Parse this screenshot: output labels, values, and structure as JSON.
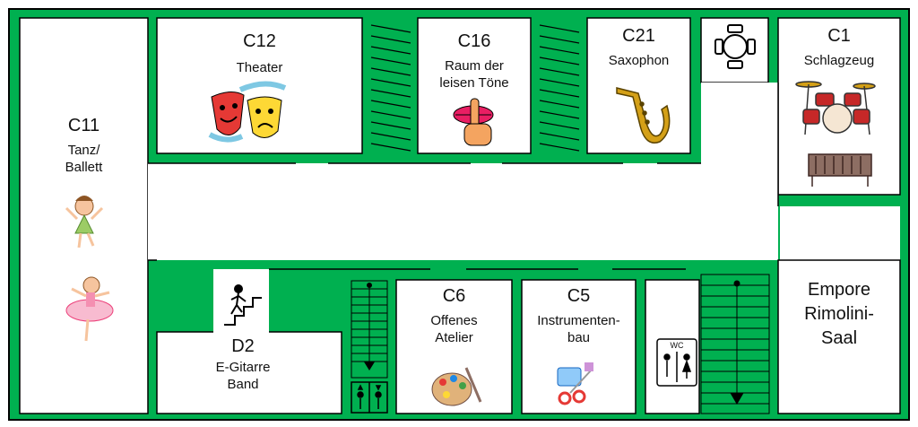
{
  "colors": {
    "wall": "#000000",
    "fill": "#00b050",
    "room": "#ffffff"
  },
  "rooms": {
    "c12": {
      "code": "C12",
      "name": "Theater",
      "icon": "theater-masks-icon"
    },
    "c16": {
      "code": "C16",
      "name_line1": "Raum der",
      "name_line2": "leisen Töne",
      "icon": "quiet-lips-icon"
    },
    "c21": {
      "code": "C21",
      "name": "Saxophon",
      "icon": "saxophone-icon"
    },
    "c1": {
      "code": "C1",
      "name": "Schlagzeug",
      "icons": [
        "drum-kit-icon",
        "xylophone-icon"
      ]
    },
    "c11": {
      "code": "C11",
      "name_line1": "Tanz/",
      "name_line2": "Ballett",
      "icons": [
        "dancer-icon",
        "ballerina-icon"
      ]
    },
    "d2": {
      "code": "D2",
      "name_line1": "E-Gitarre",
      "name_line2": "Band",
      "icon": "stairs-person-icon"
    },
    "c6": {
      "code": "C6",
      "name_line1": "Offenes",
      "name_line2": "Atelier",
      "icon": "paint-palette-icon"
    },
    "c5": {
      "code": "C5",
      "name_line1": "Instrumenten-",
      "name_line2": "bau",
      "icon": "craft-tools-icon"
    },
    "empore": {
      "line1": "Empore",
      "line2": "Rimolini-",
      "line3": "Saal"
    }
  },
  "wc": {
    "label": "WC",
    "icon": "restroom-icon"
  },
  "elevator_icon": "elevator-icon",
  "seating_icon": "table-chairs-icon"
}
